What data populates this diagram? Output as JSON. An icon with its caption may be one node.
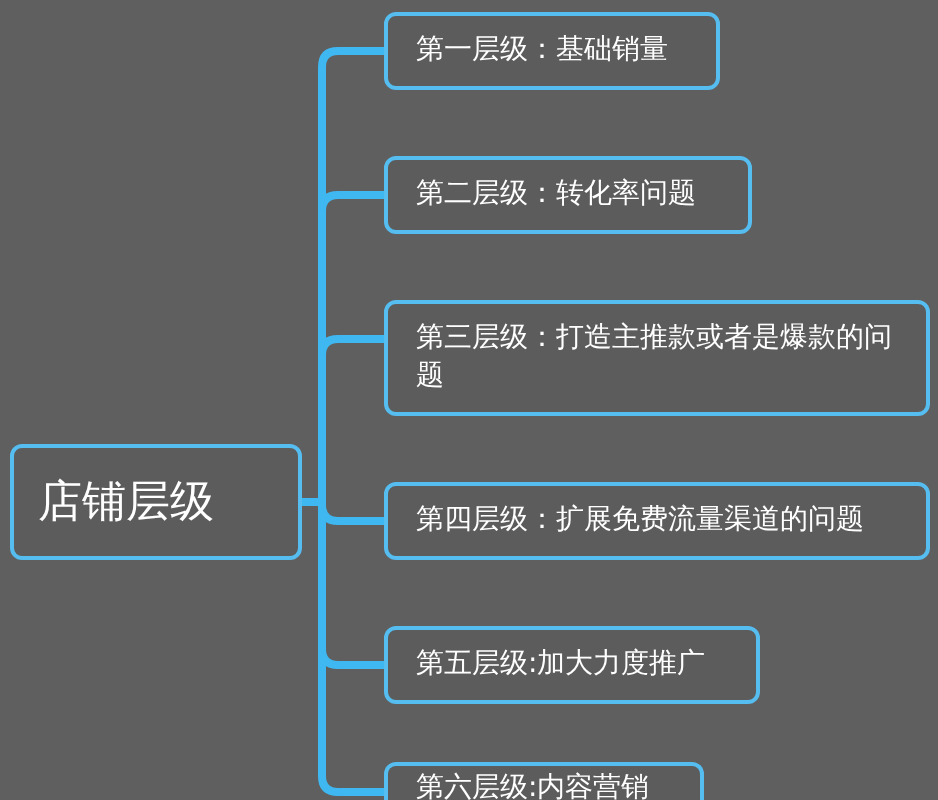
{
  "diagram": {
    "nodes": [
      {
        "text": [
          "店铺层级"
        ]
      },
      {
        "text": [
          "第一层级：基础销量"
        ]
      },
      {
        "text": [
          "第二层级：转化率问题"
        ]
      },
      {
        "text": [
          "第三层级：打造主推款或者是爆款的问题"
        ]
      },
      {
        "text": [
          "第四层级：扩展免费流量渠道的问题"
        ]
      },
      {
        "text": [
          "第五层级:加大力度推广"
        ]
      },
      {
        "text": [
          "第六层级:内容营销"
        ]
      }
    ],
    "edges": [
      {
        "from": 0,
        "to": 1,
        "arrow": "none"
      },
      {
        "from": 0,
        "to": 2,
        "arrow": "none"
      },
      {
        "from": 0,
        "to": 3,
        "arrow": "none"
      },
      {
        "from": 0,
        "to": 4,
        "arrow": "none"
      },
      {
        "from": 0,
        "to": 5,
        "arrow": "none"
      },
      {
        "from": 0,
        "to": 6,
        "arrow": "none"
      }
    ]
  }
}
